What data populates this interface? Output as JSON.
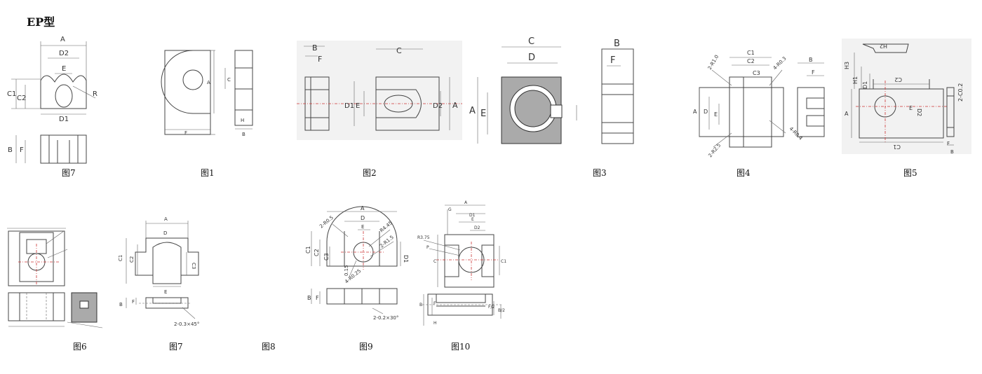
{
  "page": {
    "title": "EP型"
  },
  "figures": [
    {
      "caption": "图7",
      "labels": [
        "A",
        "D2",
        "E",
        "R",
        "C1",
        "C2",
        "D1",
        "B",
        "F"
      ]
    },
    {
      "caption": "图1",
      "labels": [
        "A",
        "C",
        "F",
        "H",
        "B"
      ]
    },
    {
      "caption": "图2",
      "labels": [
        "B",
        "F",
        "C",
        "D1",
        "E",
        "D2",
        "A"
      ]
    },
    {
      "caption": "图3",
      "labels": [
        "C",
        "D",
        "A",
        "E",
        "B",
        "F"
      ]
    },
    {
      "caption": "图4",
      "labels": [
        "C1",
        "C2",
        "C3",
        "2-R1.0",
        "4-R0.3",
        "A",
        "D",
        "E",
        "B",
        "F",
        "2-R2.5",
        "4-R0.4"
      ]
    },
    {
      "caption": "图5",
      "labels": [
        "H2",
        "H3",
        "H1",
        "D1",
        "D2",
        "C2",
        "E",
        "A",
        "C1",
        "B",
        "F",
        "2-C0.2"
      ]
    },
    {
      "caption": "图6",
      "labels": []
    },
    {
      "caption": "图7",
      "labels": [
        "A",
        "C1",
        "C2",
        "C3",
        "D",
        "E",
        "B",
        "F",
        "2-0.3×45°"
      ]
    },
    {
      "caption": "图8",
      "labels": []
    },
    {
      "caption": "图9",
      "labels": [
        "A",
        "D",
        "2-R0.5",
        "E",
        "R4.45",
        "2-R1.5",
        "C1",
        "C2",
        "C3",
        "D1",
        "0.15",
        "4-R0.25",
        "B",
        "F",
        "2-0.2×30°"
      ]
    },
    {
      "caption": "图10",
      "labels": [
        "A",
        "G",
        "D1",
        "E",
        "D2",
        "R3.75",
        "P",
        "C",
        "C1",
        "B",
        "F",
        "F/2",
        "B/2",
        "H"
      ]
    }
  ]
}
